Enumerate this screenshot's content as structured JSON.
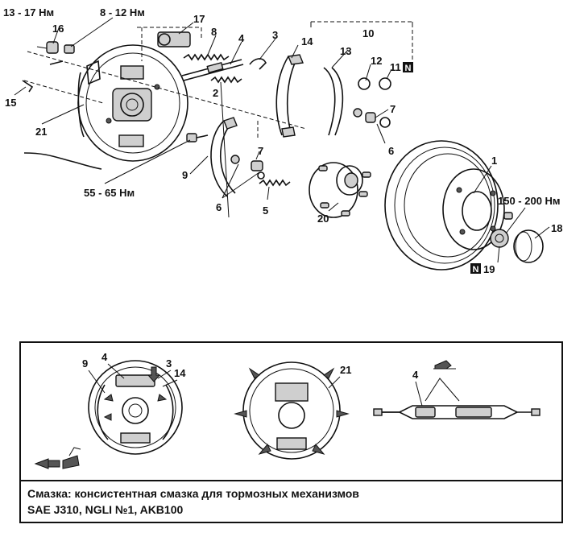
{
  "labels": {
    "n1": "1",
    "n2": "2",
    "n3": "3",
    "n4": "4",
    "n5": "5",
    "n6a": "6",
    "n6b": "6",
    "n7a": "7",
    "n7b": "7",
    "n8": "8",
    "n9": "9",
    "n10": "10",
    "n11": "11",
    "n12": "12",
    "n13": "13",
    "n14": "14",
    "n15": "15",
    "n16": "16",
    "n17": "17",
    "n18": "18",
    "n19": "19",
    "n20": "20",
    "n21": "21"
  },
  "marks": {
    "new_part": "N"
  },
  "torques": {
    "t16": "13 - 17 Нм",
    "t_bleeder": "8 - 12 Нм",
    "t_bolt": "55 - 65 Нм",
    "t_nut": "150 - 200 Нм"
  },
  "legend": {
    "left_labels": {
      "l9": "9",
      "l4": "4",
      "l3": "3",
      "l14": "14"
    },
    "middle_labels": {
      "l21": "21"
    },
    "right_labels": {
      "l4": "4"
    },
    "caption_line1": "Смазка: консистентная смазка для тормозных механизмов",
    "caption_line2": "SAE J310, NGLI №1, AKB100"
  }
}
